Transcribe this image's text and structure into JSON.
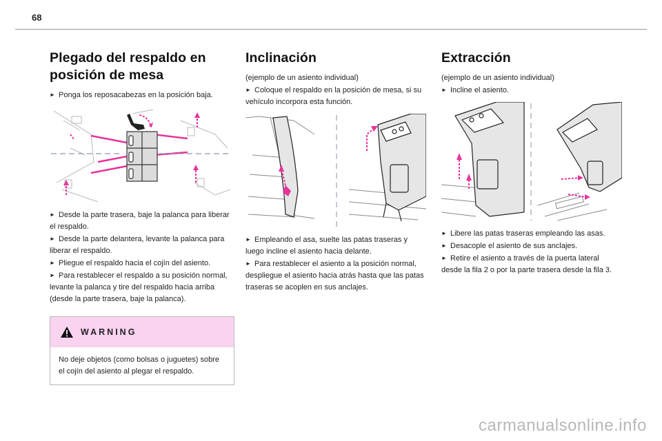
{
  "page_number": "68",
  "col1": {
    "title_line1": "Plegado del respaldo en",
    "title_line2": "posición de mesa",
    "step1": "Ponga los reposacabezas en la posición baja.",
    "steps": [
      "Desde la parte trasera, baje la palanca para liberar el respaldo.",
      "Desde la parte delantera, levante la palanca para liberar el respaldo.",
      "Pliegue el respaldo hacia el cojín del asiento.",
      "Para restablecer el respaldo a su posición normal, levante la palanca y tire del respaldo hacia arriba (desde la parte trasera, baje la palanca)."
    ],
    "warning_title": "WARNING",
    "warning_text": "No deje objetos (como bolsas o juguetes) sobre el cojín del asiento al plegar el respaldo."
  },
  "col2": {
    "title": "Inclinación",
    "subtitle": "(ejemplo de un asiento individual)",
    "intro_step": "Coloque el respaldo en la posición de mesa, si su vehículo incorpora esta función.",
    "steps": [
      "Empleando el asa, suelte las patas traseras y luego incline el asiento hacia delante.",
      "Para restablecer el asiento a la posición normal, despliegue el asiento hacia atrás hasta que las patas traseras se acoplen en sus anclajes."
    ]
  },
  "col3": {
    "title": "Extracción",
    "subtitle": "(ejemplo de un asiento individual)",
    "intro_step": "Incline el asiento.",
    "steps": [
      "Libere las patas traseras empleando las asas.",
      "Desacople el asiento de sus anclajes.",
      "Retire el asiento a través de la puerta lateral desde la fila 2 o por la parte trasera desde la fila 3."
    ]
  },
  "bullet_glyph": "►",
  "watermark": "carmanualsonline.info",
  "colors": {
    "accent": "#e8339a",
    "warning_bg": "#f9d3f0",
    "rule": "#9a9a9a"
  }
}
